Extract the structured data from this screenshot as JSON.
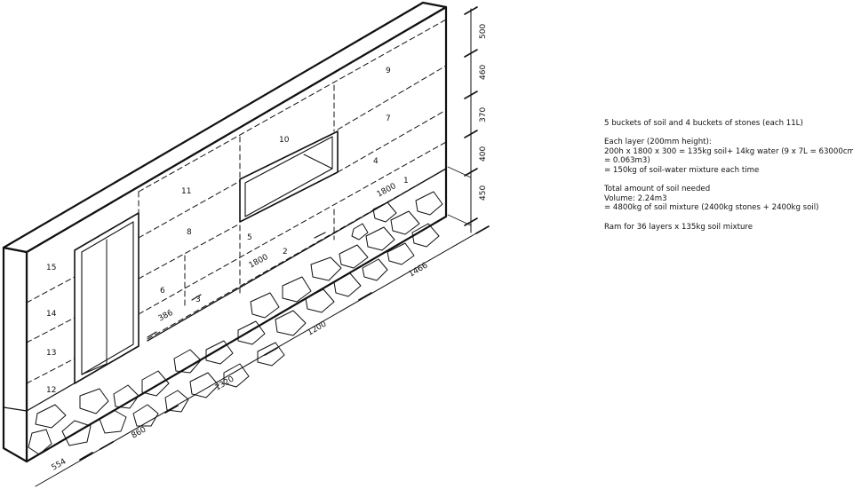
{
  "layer_labels": {
    "l1": "1",
    "l2": "2",
    "l3": "3",
    "l4": "4",
    "l5": "5",
    "l6": "6",
    "l7": "7",
    "l8": "8",
    "l9": "9",
    "l10": "10",
    "l11": "11",
    "l12": "12",
    "l13": "13",
    "l14": "14",
    "l15": "15"
  },
  "panel_dims": {
    "d1800a": "1800",
    "d1800b": "1800",
    "d386": "386"
  },
  "base_dims": {
    "d554": "554",
    "d860": "860",
    "d1320": "1320",
    "d1200": "1200",
    "d1466": "1466"
  },
  "height_dims": {
    "h500": "500",
    "h460": "460",
    "h370": "370",
    "h400": "400",
    "h450": "450"
  },
  "notes": {
    "line1": "5 buckets of soil and 4 buckets of stones (each 11L)",
    "line2": "Each layer (200mm height):",
    "line3": "200h x 1800 x 300 = 135kg soil+ 14kg water (9 x 7L = 63000cm3",
    "line4": "= 0.063m3)",
    "line5": "= 150kg of soil-water mixture each time",
    "line6": "Total amount of soil needed",
    "line7": "Volume: 2.24m3",
    "line8": "= 4800kg of soil mixture (2400kg stones + 2400kg soil)",
    "line9": "Ram for 36 layers x 135kg soil mixture"
  }
}
